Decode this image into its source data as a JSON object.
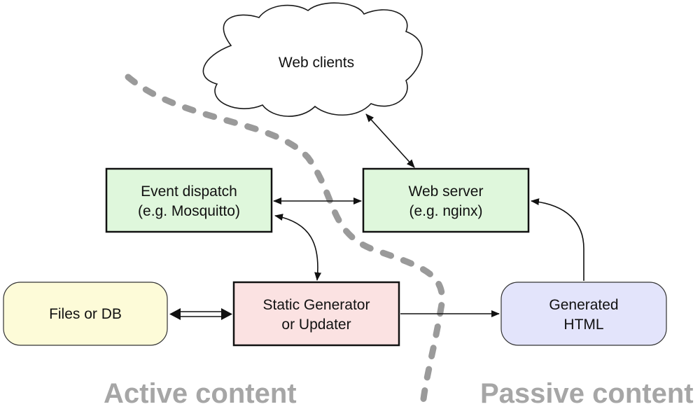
{
  "nodes": {
    "web_clients": {
      "lines": [
        "Web clients"
      ],
      "color": "#ffffff"
    },
    "event_dispatch": {
      "lines": [
        "Event dispatch",
        "(e.g. Mosquitto)"
      ],
      "color": "#dff7dc"
    },
    "web_server": {
      "lines": [
        "Web server",
        "(e.g. nginx)"
      ],
      "color": "#dff7dc"
    },
    "files_db": {
      "lines": [
        "Files or DB"
      ],
      "color": "#fdfbd8"
    },
    "static_generator": {
      "lines": [
        "Static Generator",
        "or Updater"
      ],
      "color": "#fbe2e2"
    },
    "generated_html": {
      "lines": [
        "Generated",
        "HTML"
      ],
      "color": "#e3e4fb"
    }
  },
  "regions": {
    "active": "Active content",
    "passive": "Passive content"
  },
  "colors": {
    "boundary": "#9a9a9a",
    "region_label": "#a6a6a6",
    "edge": "#111111"
  },
  "edges": [
    {
      "from": "web_clients",
      "to": "web_server",
      "style": "bidirectional"
    },
    {
      "from": "event_dispatch",
      "to": "web_server",
      "style": "bidirectional"
    },
    {
      "from": "event_dispatch",
      "to": "static_generator",
      "style": "bidirectional"
    },
    {
      "from": "files_db",
      "to": "static_generator",
      "style": "double-line bidirectional"
    },
    {
      "from": "static_generator",
      "to": "generated_html",
      "style": "directed"
    },
    {
      "from": "generated_html",
      "to": "web_server",
      "style": "directed"
    }
  ]
}
